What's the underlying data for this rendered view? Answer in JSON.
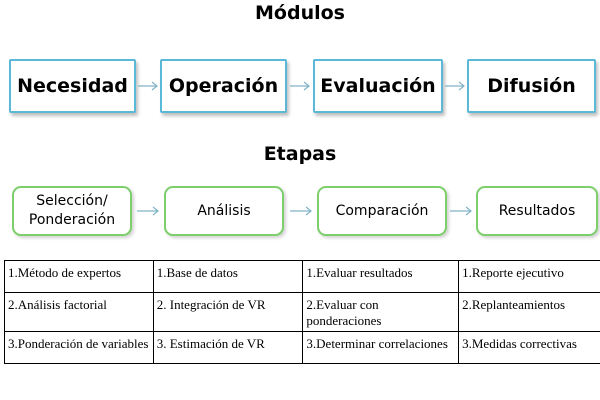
{
  "modulos": {
    "title": "Módulos",
    "boxes": [
      "Necesidad",
      "Operación",
      "Evaluación",
      "Difusión"
    ]
  },
  "etapas": {
    "title": "Etapas",
    "boxes": [
      "Selección/\nPonderación",
      "Análisis",
      "Comparación",
      "Resultados"
    ]
  },
  "table": {
    "rows": [
      [
        "1.Método de expertos",
        "1.Base de datos",
        "1.Evaluar resultados",
        "1.Reporte ejecutivo"
      ],
      [
        "2.Análisis factorial",
        "2. Integración de VR",
        "2.Evaluar con ponderaciones",
        "2.Replanteamientos"
      ],
      [
        "3.Ponderación de variables",
        "3. Estimación de VR",
        "3.Determinar correlaciones",
        "3.Medidas correctivas"
      ]
    ]
  },
  "colors": {
    "module_border": "#5bb8d6",
    "stage_border": "#7ccf6a",
    "arrow": "#7fb3c6"
  }
}
